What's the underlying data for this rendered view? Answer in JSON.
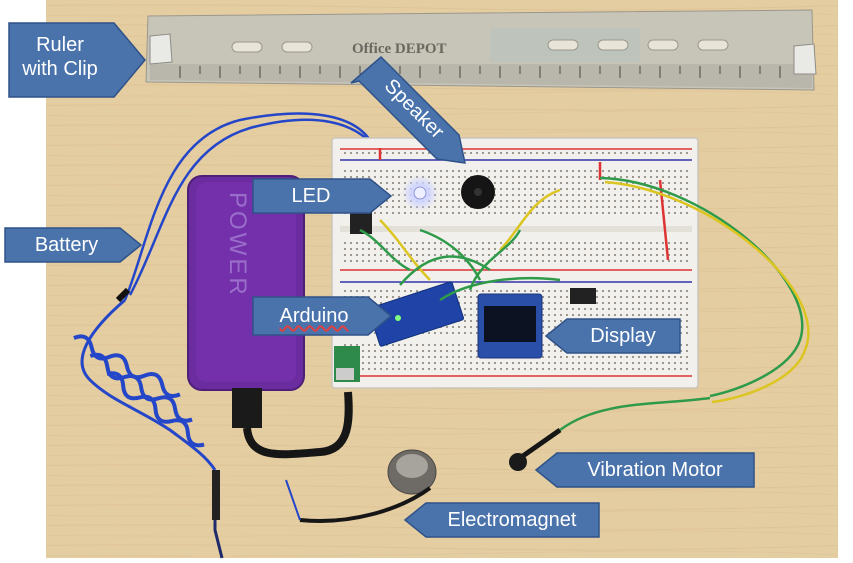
{
  "colors": {
    "callout_fill": "#4a73ac",
    "callout_stroke": "#2f5288",
    "callout_text": "#ffffff",
    "table": "#e5cda2",
    "breadboard": "#f2f0ec",
    "battery": "#6a2c9e",
    "wire_blue": "#2446c8",
    "wire_green": "#2f9a4a",
    "wire_yellow": "#dcc520",
    "led_glow": "#d8d8ff"
  },
  "labels": {
    "ruler": [
      "Ruler",
      "with Clip"
    ],
    "speaker": "Speaker",
    "led": "LED",
    "battery": "Battery",
    "arduino": "Arduino",
    "display": "Display",
    "vibration_motor": "Vibration Motor",
    "electromagnet": "Electromagnet"
  },
  "photo_text": {
    "ruler_brand": "Office DEPOT",
    "battery_brand": "POWER"
  }
}
